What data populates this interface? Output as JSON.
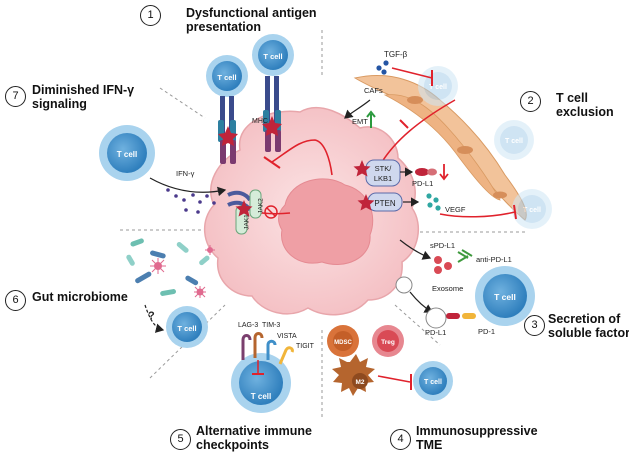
{
  "sections": [
    {
      "number": "1",
      "title_line1": "Dysfunctional antigen",
      "title_line2": "presentation"
    },
    {
      "number": "2",
      "title_line1": "T cell",
      "title_line2": "exclusion"
    },
    {
      "number": "3",
      "title_line1": "Secretion of",
      "title_line2": "soluble factors"
    },
    {
      "number": "4",
      "title_line1": "Immunosuppressive",
      "title_line2": "TME"
    },
    {
      "number": "5",
      "title_line1": "Alternative immune",
      "title_line2": "checkpoints"
    },
    {
      "number": "6",
      "title_line1": "Gut microbiome",
      "title_line2": ""
    },
    {
      "number": "7",
      "title_line1": "Diminished IFN-γ",
      "title_line2": "signaling"
    }
  ],
  "labels": {
    "t_cell": "T cell",
    "mhc": "MHC",
    "tgf_b": "TGF-β",
    "cafs": "CAFs",
    "emt": "EMT",
    "stk_lkb1_line1": "STK/",
    "stk_lkb1_line2": "LKB1",
    "pd_l1": "PD-L1",
    "pten": "PTEN",
    "vegf": "VEGF",
    "ifn_g": "IFN-γ",
    "jak1": "JAK1",
    "jak2": "JAK2",
    "spd_l1": "sPD-L1",
    "anti_pd_l1": "anti-PD-L1",
    "exosome": "Exosome",
    "pd_1": "PD-1",
    "mdsc": "MDSC",
    "treg": "Treg",
    "m2": "M2",
    "lag3": "LAG-3",
    "tim3": "TIM-3",
    "vista": "VISTA",
    "tigit": "TIGIT",
    "question": "?"
  },
  "colors": {
    "tumor_cell": "#f6c9cc",
    "tumor_nucleus": "#ef9fa5",
    "t_cell_outer": "#a9d3ee",
    "t_cell_inner": "#3f8fc9",
    "inhibit_red": "#e0222c",
    "caf_orange": "#f2c39a",
    "mdsc_orange": "#d9733a",
    "treg_red": "#d94a55",
    "m2_brown": "#b5652e"
  }
}
